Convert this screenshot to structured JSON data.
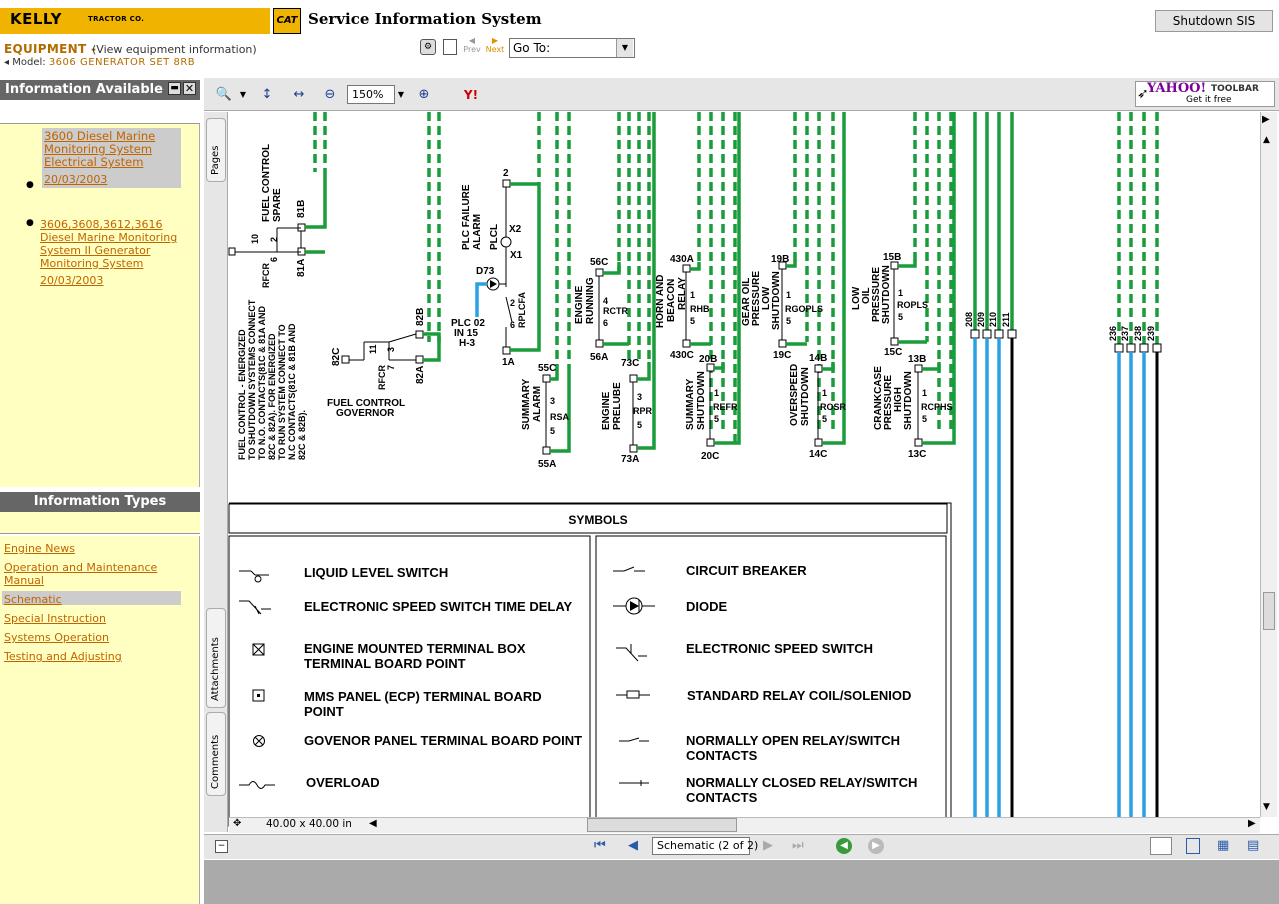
{
  "header": {
    "brand": "KELLY",
    "brand_sub": "TRACTOR CO.",
    "cat_logo": "CAT",
    "title": "Service Information System",
    "shutdown_button": "Shutdown SIS",
    "equipment_label": "EQUIPMENT -",
    "equipment_sub": "(View equipment information)",
    "model_label": "Model:",
    "model_value": "3606 GENERATOR SET 8RB",
    "prev_label": "Prev",
    "next_label": "Next",
    "goto_value": "Go To:"
  },
  "info_available": {
    "title": "Information Available",
    "items": [
      {
        "title": "3600 Diesel Marine Monitoring System Electrical System",
        "date": "20/03/2003"
      },
      {
        "title": "3606,3608,3612,3616 Diesel Marine Monitoring System II Generator Monitoring System",
        "date": "20/03/2003"
      }
    ]
  },
  "info_types": {
    "title": "Information Types",
    "items": [
      "Engine News",
      "Operation and Maintenance Manual",
      "Schematic",
      "Special Instruction",
      "Systems Operation",
      "Testing and Adjusting"
    ],
    "selected": "Schematic"
  },
  "viewer": {
    "zoom": "150%",
    "yahoo_brand": "YAHOO!",
    "yahoo_toolbar": "TOOLBAR",
    "yahoo_free": "Get it free",
    "side_tabs": [
      "Pages",
      "Attachments",
      "Comments"
    ],
    "page_size": "40.00 x 40.00 in",
    "page_selector": "Schematic  (2 of 2)"
  },
  "schematic": {
    "labels": {
      "fuel_spare": [
        "FUEL CONTROL",
        "SPARE"
      ],
      "n81B": "81B",
      "n81A": "81A",
      "n10": "10",
      "n2": "2",
      "n6": "6",
      "rfcr": "RFCR",
      "fuel_note": [
        "FUEL CONTROL - ENERGIZED",
        "TO SHUTDOWN SYSTEMS CONNECT",
        "TO N.O. CONTACTS(81C & 81A AND",
        "82C & 82A). FOR ENERGIZED",
        "TO RUN SYSTEM CONNECT TO",
        "N.C CONTACTS(81C & 81B AND",
        "82C & 82B)."
      ],
      "n82B": "82B",
      "n82C": "82C",
      "n82A": "82A",
      "n11": "11",
      "n3": "3",
      "n7": "7",
      "fuel_governor": [
        "FUEL CONTROL",
        "GOVERNOR"
      ],
      "plc_fail": [
        "PLC FAILURE",
        "ALARM"
      ],
      "plcl": "PLCL",
      "x2": "X2",
      "x1": "X1",
      "d73": "D73",
      "plc02": [
        "PLC 02",
        "IN 15",
        "H-3"
      ],
      "n2b": "2",
      "n6b": "6",
      "rplcfa": "RPLCFA",
      "n1A": "1A",
      "n2top": "2",
      "n55C": "55C",
      "n55A": "55A",
      "rsa": "RSA",
      "n3b": "3",
      "n5b": "5",
      "summary_alarm": [
        "SUMMARY",
        "ALARM"
      ],
      "n56C": "56C",
      "n56A": "56A",
      "engine_running": [
        "ENGINE",
        "RUNNING"
      ],
      "rctr": "RCTR",
      "n4": "4",
      "n6c": "6",
      "n73C": "73C",
      "n73A": "73A",
      "engine_prelube": [
        "ENGINE",
        "PRELUBE"
      ],
      "rpr": "RPR",
      "n3c": "3",
      "n5c": "5",
      "n430A": "430A",
      "n430C": "430C",
      "horn": [
        "HORN AND",
        "BEACON",
        "RELAY"
      ],
      "rhb": "RHB",
      "n1a": "1",
      "n5a": "5",
      "n20B": "20B",
      "n20C": "20C",
      "summary_shutdown": [
        "SUMMARY",
        "SHUTDOWN"
      ],
      "refr": "REFR",
      "n1b": "1",
      "n5d": "5",
      "n19B": "19B",
      "n19C": "19C",
      "gear_oil": [
        "GEAR OIL",
        "PRESSURE",
        "LOW",
        "SHUTDOWN"
      ],
      "rgopls": "RGOPLS",
      "n1c": "1",
      "n5e": "5",
      "n14B": "14B",
      "n14C": "14C",
      "overspeed": [
        "OVERSPEED",
        "SHUTDOWN"
      ],
      "rosr": "ROSR",
      "n1d": "1",
      "n5f": "5",
      "low_oil": [
        "LOW",
        "OIL"
      ],
      "n15B": "15B",
      "n15C": "15C",
      "pressure_shutdown": [
        "PRESSURE",
        "SHUTDOWN"
      ],
      "ropls": "ROPLS",
      "n1e": "1",
      "n5g": "5",
      "n13B": "13B",
      "n13C": "13C",
      "crankcase": [
        "CRANKCASE",
        "PRESSURE",
        "HIGH",
        "SHUTDOWN"
      ],
      "rcphs": "RCPHS",
      "n1f": "1",
      "n5h": "5",
      "wires_a": [
        "208",
        "209",
        "210",
        "211"
      ],
      "wires_b": [
        "236",
        "237",
        "238",
        "239"
      ]
    },
    "symbols_title": "SYMBOLS",
    "symbols_left": [
      "LIQUID LEVEL SWITCH",
      "ELECTRONIC SPEED SWITCH TIME DELAY",
      "ENGINE MOUNTED TERMINAL BOX TERMINAL BOARD POINT",
      "MMS PANEL (ECP) TERMINAL BOARD POINT",
      "GOVENOR PANEL TERMINAL BOARD POINT",
      "OVERLOAD"
    ],
    "symbols_right": [
      "CIRCUIT BREAKER",
      "DIODE",
      "ELECTRONIC SPEED SWITCH",
      "STANDARD RELAY COIL/SOLENIOD",
      "NORMALLY OPEN RELAY/SWITCH CONTACTS",
      "NORMALLY CLOSED RELAY/SWITCH CONTACTS"
    ],
    "colors": {
      "green": "#1a9c3a",
      "blue": "#2aa1e0",
      "black": "#000000"
    }
  }
}
